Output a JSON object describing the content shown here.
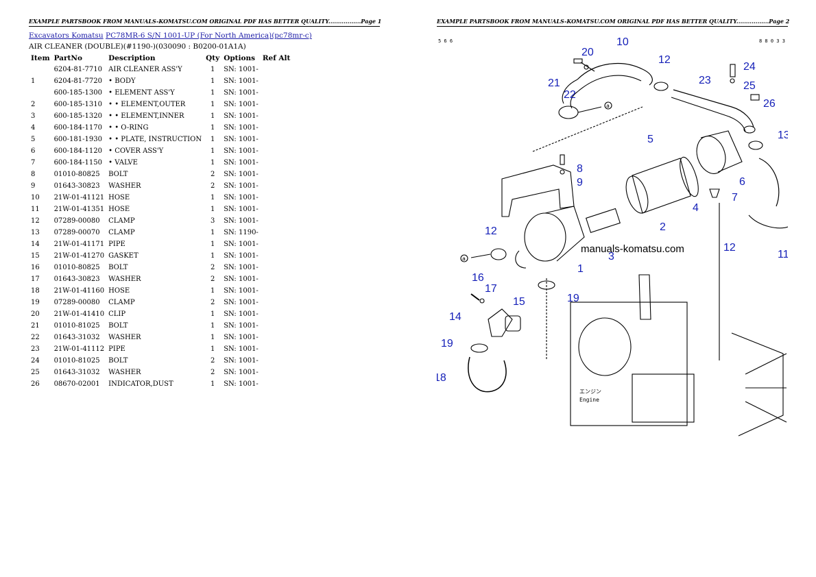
{
  "page1": {
    "header": "EXAMPLE PARTSBOOK FROM MANUALS-KOMATSU.COM ORIGINAL PDF HAS BETTER QUALITY.................Page 1",
    "breadcrumb": {
      "link1": "Excavators Komatsu",
      "link2": "PC78MR-6 S/N 1001-UP (For North America)(pc78mr-c)"
    },
    "subtitle": "AIR CLEANER (DOUBLE)(#1190-)(030090 : B0200-01A1A)",
    "columns": [
      "Item",
      "PartNo",
      "Description",
      "Qty",
      "Options",
      "Ref Alt"
    ],
    "rows": [
      {
        "item": "",
        "part": "6204-81-7710",
        "desc": "AIR CLEANER ASS'Y",
        "qty": "1",
        "opt": "SN: 1001-"
      },
      {
        "item": "1",
        "part": "6204-81-7720",
        "desc": "• BODY",
        "qty": "1",
        "opt": "SN: 1001-"
      },
      {
        "item": "",
        "part": "600-185-1300",
        "desc": "• ELEMENT ASS'Y",
        "qty": "1",
        "opt": "SN: 1001-"
      },
      {
        "item": "2",
        "part": "600-185-1310",
        "desc": "• • ELEMENT,OUTER",
        "qty": "1",
        "opt": "SN: 1001-"
      },
      {
        "item": "3",
        "part": "600-185-1320",
        "desc": "• • ELEMENT,INNER",
        "qty": "1",
        "opt": "SN: 1001-"
      },
      {
        "item": "4",
        "part": "600-184-1170",
        "desc": "• • O-RING",
        "qty": "1",
        "opt": "SN: 1001-"
      },
      {
        "item": "5",
        "part": "600-181-1930",
        "desc": "• • PLATE, INSTRUCTION",
        "qty": "1",
        "opt": "SN: 1001-"
      },
      {
        "item": "6",
        "part": "600-184-1120",
        "desc": "• COVER ASS'Y",
        "qty": "1",
        "opt": "SN: 1001-"
      },
      {
        "item": "7",
        "part": "600-184-1150",
        "desc": "• VALVE",
        "qty": "1",
        "opt": "SN: 1001-"
      },
      {
        "item": "8",
        "part": "01010-80825",
        "desc": "BOLT",
        "qty": "2",
        "opt": "SN: 1001-"
      },
      {
        "item": "9",
        "part": "01643-30823",
        "desc": "WASHER",
        "qty": "2",
        "opt": "SN: 1001-"
      },
      {
        "item": "10",
        "part": "21W-01-41121",
        "desc": "HOSE",
        "qty": "1",
        "opt": "SN: 1001-"
      },
      {
        "item": "11",
        "part": "21W-01-41351",
        "desc": "HOSE",
        "qty": "1",
        "opt": "SN: 1001-"
      },
      {
        "item": "12",
        "part": "07289-00080",
        "desc": "CLAMP",
        "qty": "3",
        "opt": "SN: 1001-"
      },
      {
        "item": "13",
        "part": "07289-00070",
        "desc": "CLAMP",
        "qty": "1",
        "opt": "SN: 1190-"
      },
      {
        "item": "14",
        "part": "21W-01-41171",
        "desc": "PIPE",
        "qty": "1",
        "opt": "SN: 1001-"
      },
      {
        "item": "15",
        "part": "21W-01-41270",
        "desc": "GASKET",
        "qty": "1",
        "opt": "SN: 1001-"
      },
      {
        "item": "16",
        "part": "01010-80825",
        "desc": "BOLT",
        "qty": "2",
        "opt": "SN: 1001-"
      },
      {
        "item": "17",
        "part": "01643-30823",
        "desc": "WASHER",
        "qty": "2",
        "opt": "SN: 1001-"
      },
      {
        "item": "18",
        "part": "21W-01-41160",
        "desc": "HOSE",
        "qty": "1",
        "opt": "SN: 1001-"
      },
      {
        "item": "19",
        "part": "07289-00080",
        "desc": "CLAMP",
        "qty": "2",
        "opt": "SN: 1001-"
      },
      {
        "item": "20",
        "part": "21W-01-41410",
        "desc": "CLIP",
        "qty": "1",
        "opt": "SN: 1001-"
      },
      {
        "item": "21",
        "part": "01010-81025",
        "desc": "BOLT",
        "qty": "1",
        "opt": "SN: 1001-"
      },
      {
        "item": "22",
        "part": "01643-31032",
        "desc": "WASHER",
        "qty": "1",
        "opt": "SN: 1001-"
      },
      {
        "item": "23",
        "part": "21W-01-41112",
        "desc": "PIPE",
        "qty": "1",
        "opt": "SN: 1001-"
      },
      {
        "item": "24",
        "part": "01010-81025",
        "desc": "BOLT",
        "qty": "2",
        "opt": "SN: 1001-"
      },
      {
        "item": "25",
        "part": "01643-31032",
        "desc": "WASHER",
        "qty": "2",
        "opt": "SN: 1001-"
      },
      {
        "item": "26",
        "part": "08670-02001",
        "desc": "INDICATOR,DUST",
        "qty": "1",
        "opt": "SN: 1001-"
      }
    ]
  },
  "page2": {
    "header": "EXAMPLE PARTSBOOK FROM MANUALS-KOMATSU.COM ORIGINAL PDF HAS BETTER QUALITY.................Page 2",
    "corner_left": "5 6 6",
    "corner_right": "8 8 0 3 3",
    "watermark": "manuals-komatsu.com",
    "engine_jp": "エンジン",
    "engine_en": "Engine",
    "callouts": [
      "1",
      "2",
      "3",
      "4",
      "5",
      "6",
      "7",
      "8",
      "9",
      "10",
      "11",
      "12",
      "12",
      "12",
      "13",
      "14",
      "15",
      "16",
      "17",
      "18",
      "19",
      "19",
      "20",
      "21",
      "22",
      "23",
      "24",
      "25",
      "26"
    ],
    "ref_letter": "a",
    "label_color": "#1520b8"
  }
}
